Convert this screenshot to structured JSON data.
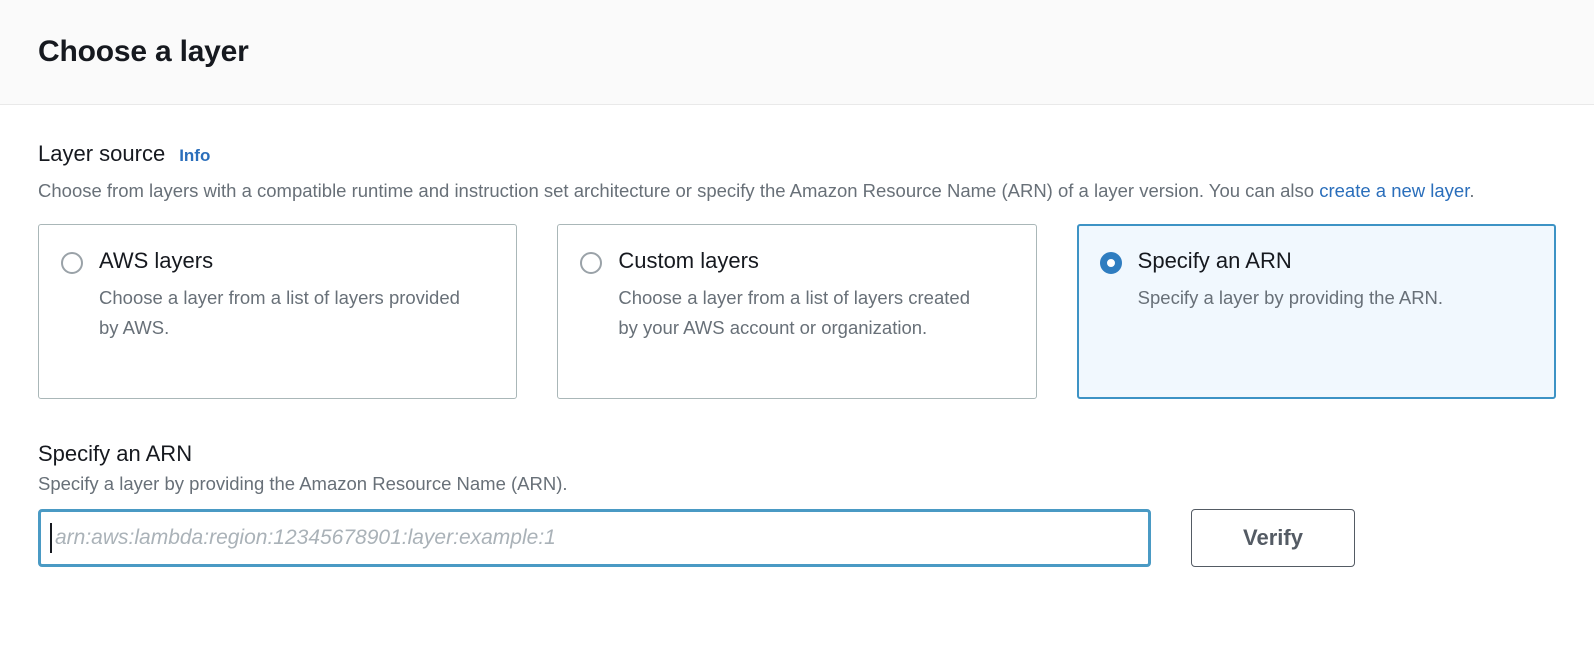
{
  "header": {
    "title": "Choose a layer"
  },
  "layer_source": {
    "label": "Layer source",
    "info_label": "Info",
    "description_part1": "Choose from layers with a compatible runtime and instruction set architecture or specify the Amazon Resource Name (ARN) of a layer version. You can also ",
    "description_link": "create a new layer",
    "description_part2": ".",
    "options": [
      {
        "title": "AWS layers",
        "description": "Choose a layer from a list of layers provided by AWS.",
        "selected": false
      },
      {
        "title": "Custom layers",
        "description": "Choose a layer from a list of layers created by your AWS account or organization.",
        "selected": false
      },
      {
        "title": "Specify an ARN",
        "description": "Specify a layer by providing the ARN.",
        "selected": true
      }
    ]
  },
  "arn_section": {
    "title": "Specify an ARN",
    "description": "Specify a layer by providing the Amazon Resource Name (ARN).",
    "input_value": "",
    "input_placeholder": "arn:aws:lambda:region:12345678901:layer:example:1",
    "verify_label": "Verify"
  },
  "colors": {
    "link_blue": "#2a6ebb",
    "selected_border": "#3d93c5",
    "selected_background": "#f1f8fe",
    "radio_fill": "#2f7dc0",
    "focus_border": "#4a9ac4",
    "button_border": "#545b64",
    "text_primary": "#16191f",
    "text_secondary": "#687078"
  }
}
